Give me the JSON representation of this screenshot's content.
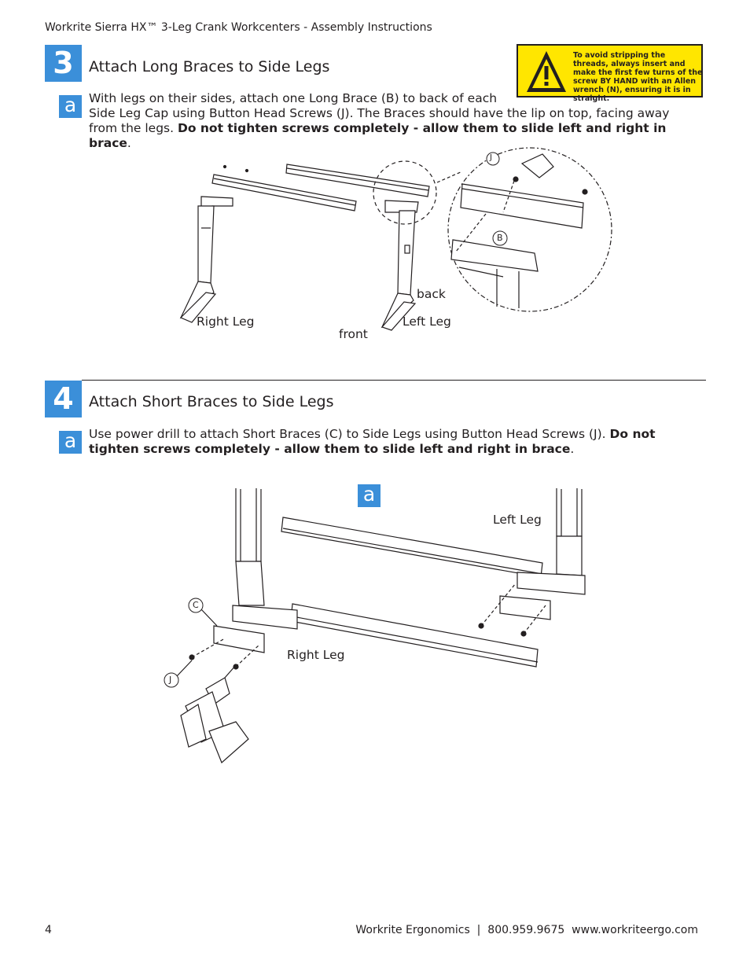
{
  "header": {
    "title": "Workrite Sierra HX™ 3-Leg Crank Workcenters - Assembly Instructions"
  },
  "warning": {
    "text": "To avoid stripping the threads, always insert and make the first few turns of the screw BY HAND with an Allen wrench (N), ensuring it is in straight.",
    "icon": "warning-triangle-icon",
    "color": "#ffe600"
  },
  "step3": {
    "number": "3",
    "title": "Attach Long Braces to Side Legs",
    "sub": {
      "letter": "a",
      "text_line1": "With legs on their sides, attach one Long Brace (B) to back of each",
      "text_rest": "Side Leg Cap using Button Head Screws (J). The Braces should have the lip on top, facing away from the legs.",
      "text_bold": "Do not tighten screws completely - allow them to slide left and right in brace",
      "text_end": "."
    },
    "figure": {
      "labels": {
        "right_leg": "Right Leg",
        "left_leg": "Left Leg",
        "front": "front",
        "back": "back"
      },
      "callouts": {
        "screw": "J",
        "brace": "B"
      }
    }
  },
  "step4": {
    "number": "4",
    "title": "Attach Short Braces to Side Legs",
    "sub": {
      "letter": "a",
      "text": "Use power drill to attach Short Braces (C) to Side Legs using Button Head Screws (J).",
      "text_bold": "Do not tighten screws completely - allow them to slide left and right in brace",
      "text_end": "."
    },
    "figure": {
      "badge": "a",
      "labels": {
        "left_leg": "Left Leg",
        "right_leg": "Right Leg"
      },
      "callouts": {
        "brace": "C",
        "screw": "J"
      }
    }
  },
  "footer": {
    "page_number": "4",
    "contact": "Workrite Ergonomics  |  800.959.9675  www.workriteergo.com"
  },
  "colors": {
    "accent": "#3b8fd9",
    "text": "#231f20"
  }
}
